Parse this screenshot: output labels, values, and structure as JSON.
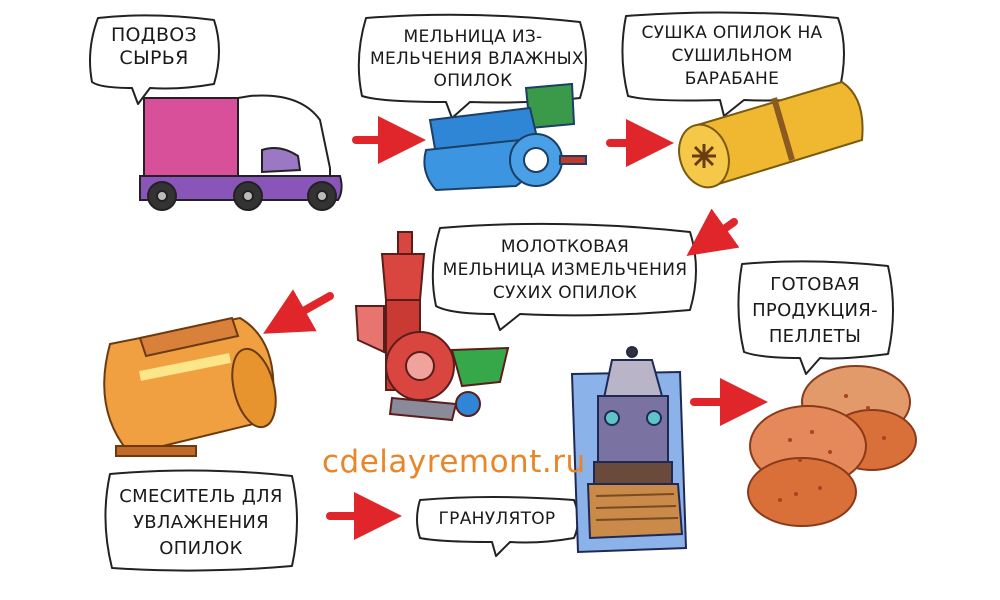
{
  "steps": {
    "delivery": {
      "lines": [
        "ПОДВОЗ",
        "СЫРЬЯ"
      ]
    },
    "wet_mill": {
      "lines": [
        "МЕЛЬНИЦА ИЗ-",
        "МЕЛЬЧЕНИЯ ВЛАЖНЫХ",
        "ОПИЛОК"
      ]
    },
    "dryer": {
      "lines": [
        "СУШКА ОПИЛОК НА",
        "СУШИЛЬНОМ",
        "БАРАБАНЕ"
      ]
    },
    "hammer_mill": {
      "lines": [
        "МОЛОТКОВАЯ",
        "МЕЛЬНИЦА ИЗМЕЛЬЧЕНИЯ",
        "СУХИХ ОПИЛОК"
      ]
    },
    "mixer": {
      "lines": [
        "СМЕСИТЕЛЬ ДЛЯ",
        "УВЛАЖНЕНИЯ",
        "ОПИЛОК"
      ]
    },
    "granulator": {
      "lines": [
        "ГРАНУЛЯТОР"
      ]
    },
    "pellets": {
      "lines": [
        "ГОТОВАЯ",
        "ПРОДУКЦИЯ-",
        "ПЕЛЛЕТЫ"
      ]
    }
  },
  "watermark": "cdelayremont.ru",
  "colors": {
    "arrow": "#e0262b",
    "truck_cargo": "#d8509a",
    "truck_body": "#8a55b8",
    "mill_wet": "#2f86d6",
    "mill_wet_top": "#3a9a4a",
    "dryer": "#f0b830",
    "hammer_mill": "#d9453f",
    "hammer_hopper": "#36a84a",
    "mixer": "#e8942e",
    "granulator": "#5a8fd8",
    "pellets": "#d9703a",
    "watermark": "#e8862a"
  }
}
